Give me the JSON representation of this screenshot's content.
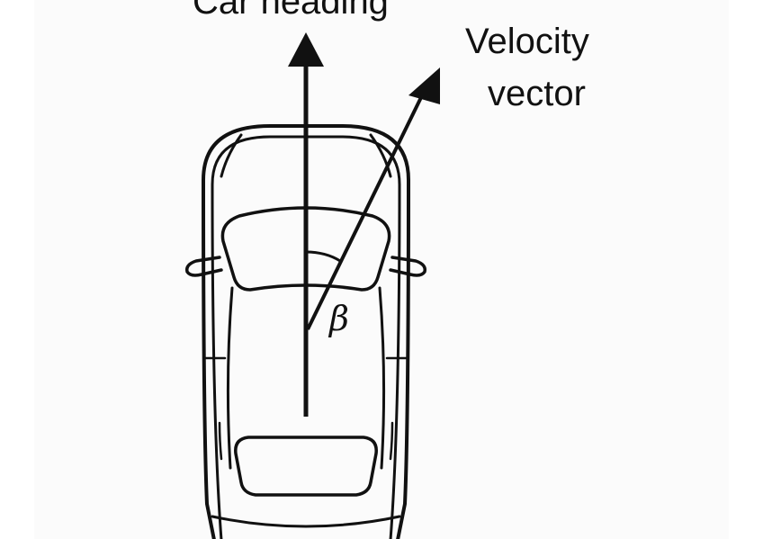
{
  "labels": {
    "car_heading": "Car heading",
    "velocity_line1": "Velocity",
    "velocity_line2": "vector",
    "slip_angle": "β"
  },
  "vectors": {
    "heading_direction": "straight ahead (up)",
    "velocity_direction": "up and to the right"
  },
  "colors": {
    "stroke": "#111111",
    "background": "#fbfbfb",
    "page": "#ffffff"
  }
}
